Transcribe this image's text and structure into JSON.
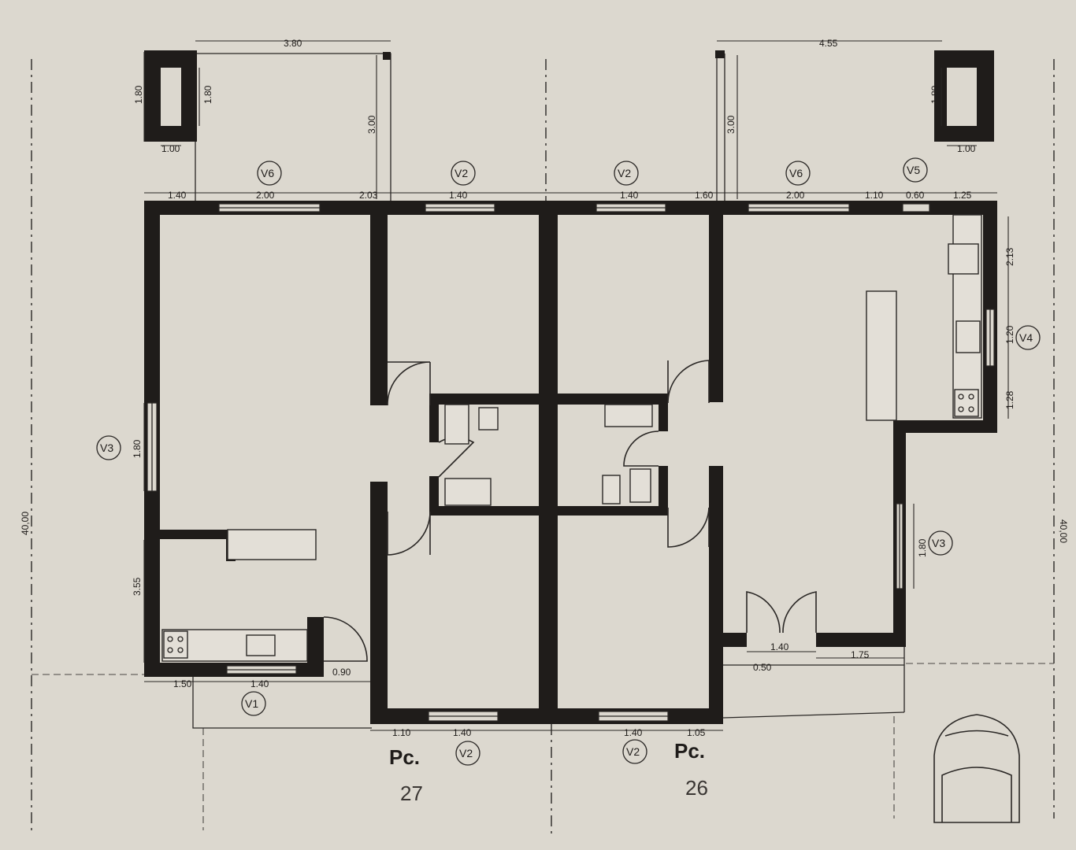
{
  "dimensions": {
    "left_patio_width": "3.80",
    "left_patio_depth": "3.00",
    "left_pillar_h1": "1.80",
    "left_pillar_h2": "1.80",
    "left_pillar_w": "1.00",
    "right_patio_width": "4.55",
    "right_patio_depth": "3.00",
    "right_pillar_h": "1.80",
    "right_pillar_w": "1.00",
    "top_a": "1.40",
    "top_b": "2.00",
    "top_c": "2.03",
    "top_d": "1.40",
    "top_e": "1.40",
    "top_f": "1.60",
    "top_g": "2.00",
    "top_h": "1.10",
    "top_i": "0.60",
    "top_j": "1.25",
    "right_k": "2.13",
    "right_l": "1.20",
    "right_m": "1.28",
    "left_v3": "1.80",
    "left_low": "3.55",
    "right_v3": "1.80",
    "bot_a": "1.50",
    "bot_b": "1.40",
    "bot_c": "0.90",
    "bot_d": "1.10",
    "bot_e": "1.40",
    "bot_f": "1.40",
    "bot_g": "1.05",
    "entry_door": "1.40",
    "entry_step": "0.50",
    "entry_right": "1.75",
    "lot_depth_left": "40,00",
    "lot_depth_right": "40,00"
  },
  "window_tags": {
    "v6_left": "V6",
    "v2_top_left": "V2",
    "v2_top_right": "V2",
    "v6_right": "V6",
    "v5": "V5",
    "v4": "V4",
    "v3_left": "V3",
    "v3_right": "V3",
    "v1": "V1",
    "v2_bottom_left": "V2",
    "v2_bottom_right": "V2"
  },
  "lots": {
    "left": {
      "label": "Pc.",
      "number": "27"
    },
    "right": {
      "label": "Pc.",
      "number": "26"
    }
  }
}
